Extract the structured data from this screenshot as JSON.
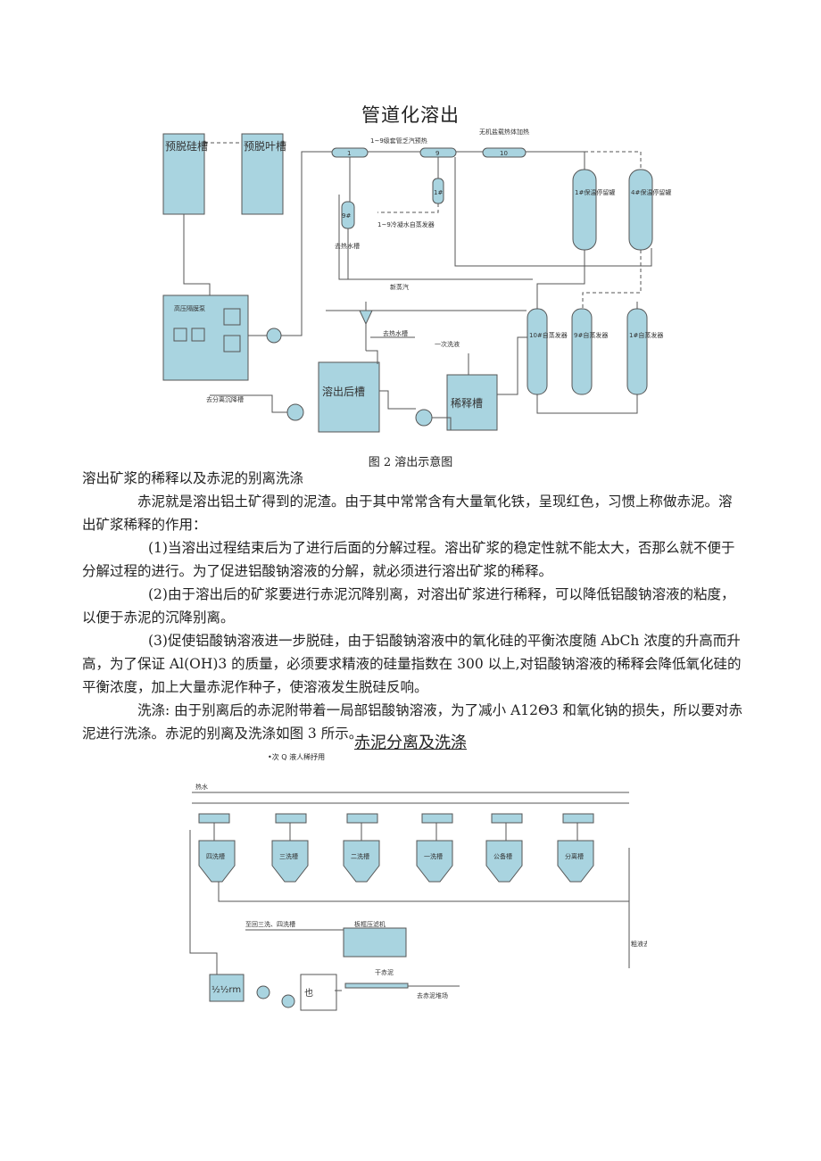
{
  "title1": "管道化溶出",
  "diagram1": {
    "labels": {
      "tank_a": "预脱硅槽",
      "tank_b": "预脱叶槽",
      "preheat": "1~9级套管乏汽预热",
      "salt_heat": "无机盐载热体加热",
      "hx1": "1",
      "hx9": "9",
      "hx10": "10",
      "v1": "1#",
      "v9": "9#",
      "hold1": "1#保温停留罐",
      "hold4": "4#保温停留罐",
      "cond": "1~9冷凝水自蒸发器",
      "tohot": "去热水槽",
      "newsteam": "新蒸汽",
      "pump": "高压隔膜泵",
      "tohot2": "去热水槽",
      "dilute1": "一次洗液",
      "flash10": "10#自蒸发器",
      "flash9": "9#自蒸发器",
      "flash1": "1#自蒸发器",
      "after_tank": "溶出后槽",
      "dil_tank": "稀释槽",
      "to_settle": "去分离沉降槽"
    }
  },
  "caption1": "图 2 溶出示意图",
  "text": {
    "p1": "溶出矿浆的稀释以及赤泥的别离洗涤",
    "p2": "赤泥就是溶出铝土矿得到的泥渣。由于其中常常含有大量氧化铁，呈现红色，习惯上称做赤泥。溶出矿浆稀释的作用：",
    "p3": "(1)当溶出过程结束后为了进行后面的分解过程。溶出矿浆的稳定性就不能太大，否那么就不便于分解过程的进行。为了促进铝酸钠溶液的分解，就必须进行溶出矿浆的稀释。",
    "p4": "(2)由于溶出后的矿浆要进行赤泥沉降别离，对溶出矿浆进行稀释，可以降低铝酸钠溶液的粘度，以便于赤泥的沉降别离。",
    "p5": "(3)促使铝酸钠溶液进一步脱硅，由于铝酸钠溶液中的氧化硅的平衡浓度随 AbCh 浓度的升高而升高，为了保证 Al(OH)3 的质量，必须要求精液的硅量指数在 300 以上,对铝酸钠溶液的稀释会降低氧化硅的平衡浓度，加上大量赤泥作种子，使溶液发生脱硅反响。",
    "p6": "洗涤: 由于别离后的赤泥附带着一局部铝酸钠溶液，为了减小 A12Θ3 和氧化钠的损失，所以要对赤泥进行洗涤。赤泥的别离及洗涤如图 3 所示。"
  },
  "title2": "赤泥分离及洗涤",
  "note2": "•次 Q 液人稀抒用",
  "diagram2": {
    "labels": {
      "hotwater": "热水",
      "t1": "四洗槽",
      "t2": "三洗槽",
      "t3": "二洗槽",
      "t4": "一洗槽",
      "t5": "公备槽",
      "t6": "分离槽",
      "to34": "至回三洗、四洗槽",
      "filter": "板框压滤机",
      "drymud": "干赤泥",
      "tomud": "去赤泥堆场",
      "side": "粗液去叶滤",
      "tank_a": "½½rm",
      "tank_b": "也"
    }
  }
}
